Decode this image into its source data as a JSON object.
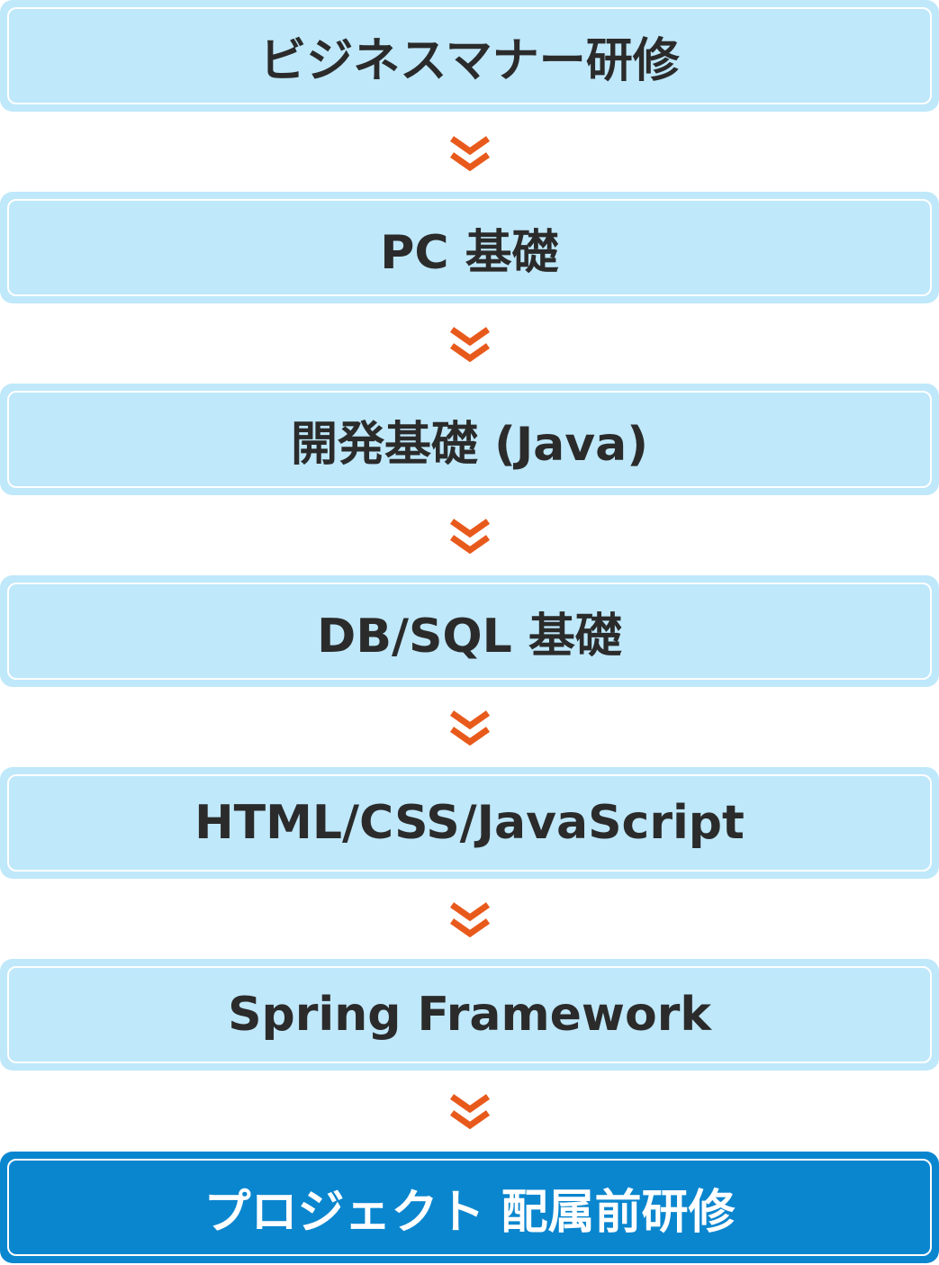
{
  "flow": {
    "steps": [
      {
        "label": "ビジネスマナー研修"
      },
      {
        "label": "PC 基礎"
      },
      {
        "label": "開発基礎 (Java)"
      },
      {
        "label": "DB/SQL 基礎"
      },
      {
        "label": "HTML/CSS/JavaScript"
      },
      {
        "label": "Spring Framework"
      },
      {
        "label": "プロジェクト 配属前研修"
      }
    ],
    "connector_icon": "double-chevron-down-icon"
  },
  "colors": {
    "step_fill": "#bfe8fa",
    "step_inner_border": "#ffffff",
    "final_step_fill": "#0a86cf",
    "step_text": "#2b2b2b",
    "final_step_text": "#ffffff",
    "connector": "#e85a1c"
  }
}
